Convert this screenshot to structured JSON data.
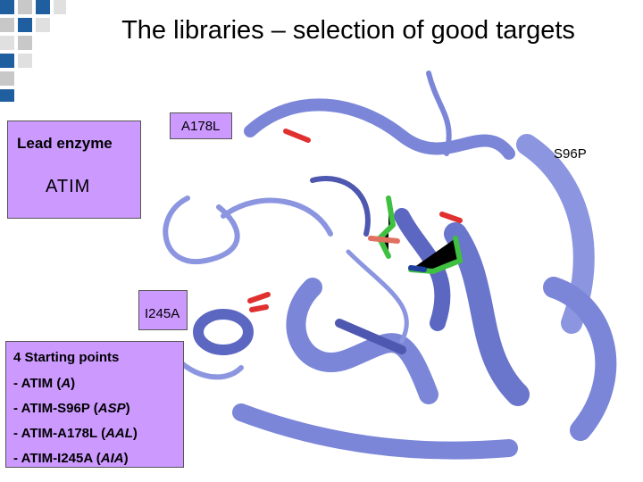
{
  "slide": {
    "title": "The libraries – selection of good targets"
  },
  "callouts": {
    "lead_heading": "Lead enzyme",
    "lead_name": "ATIM",
    "mutation_a178l": "A178L",
    "mutation_s96p": "S96P",
    "mutation_i245a": "I245A"
  },
  "starting_points": {
    "heading": "4 Starting points",
    "items": [
      {
        "prefix": "- ",
        "name": "ATIM",
        "abbr": "A"
      },
      {
        "prefix": "- ",
        "name": "ATIM-S96P",
        "abbr": "ASP"
      },
      {
        "prefix": "- ",
        "name": "ATIM-A178L",
        "abbr": "AAL"
      },
      {
        "prefix": "- ",
        "name": "ATIM-I245A",
        "abbr": "AIA"
      }
    ]
  },
  "colors": {
    "box_fill": "#cc99ff",
    "ribbon": "#7b86d8",
    "ribbon_dark": "#4e58b0",
    "residue_red": "#e03030",
    "residue_green": "#40c040",
    "deco_blue": "#1f5fa0",
    "deco_gray": "#c8c8c8"
  }
}
